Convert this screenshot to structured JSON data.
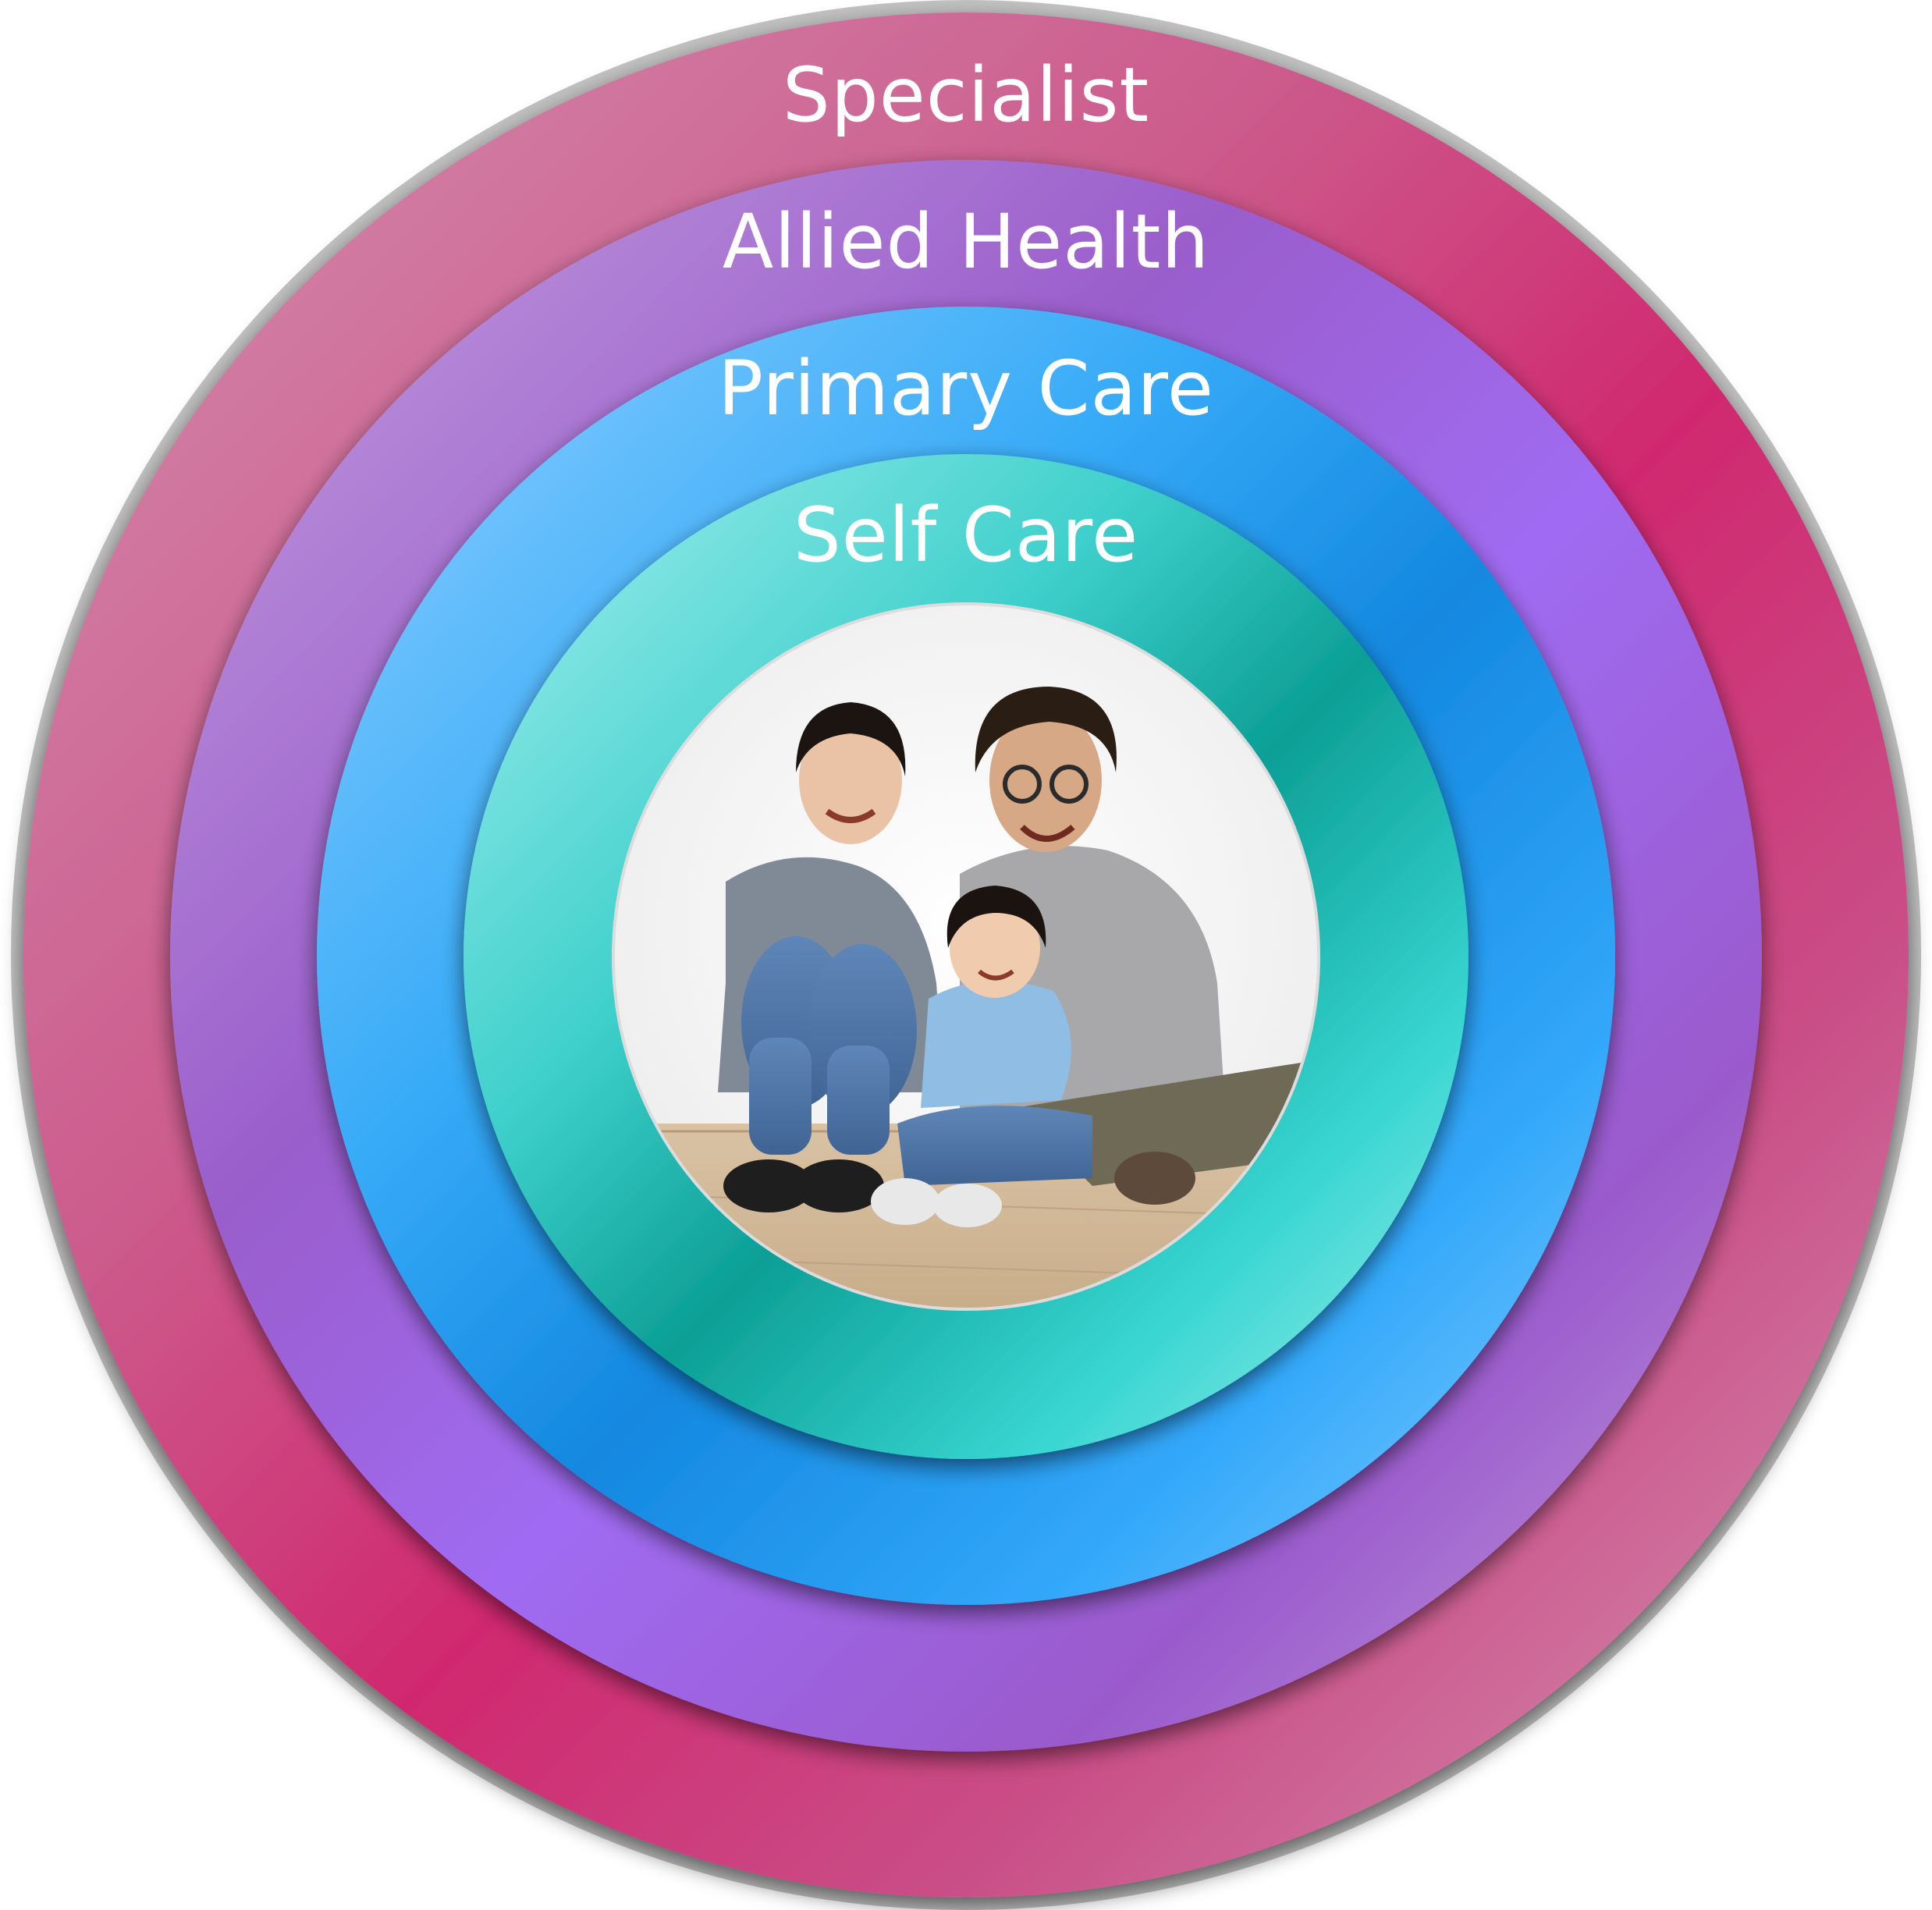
{
  "rings": [
    {
      "label": "Specialist",
      "color_dark": "#d0286f",
      "color_light": "#d489ab"
    },
    {
      "label": "Allied Health",
      "color_dark": "#8f52c9",
      "color_light": "#b993de"
    },
    {
      "label": "Primary Care",
      "color_dark": "#1b8fe3",
      "color_light": "#7ec7fb"
    },
    {
      "label": "Self Care",
      "color_dark": "#0fa89f",
      "color_light": "#8de8e4"
    }
  ],
  "label_color": "#ffffff",
  "center_image": "family-photo"
}
